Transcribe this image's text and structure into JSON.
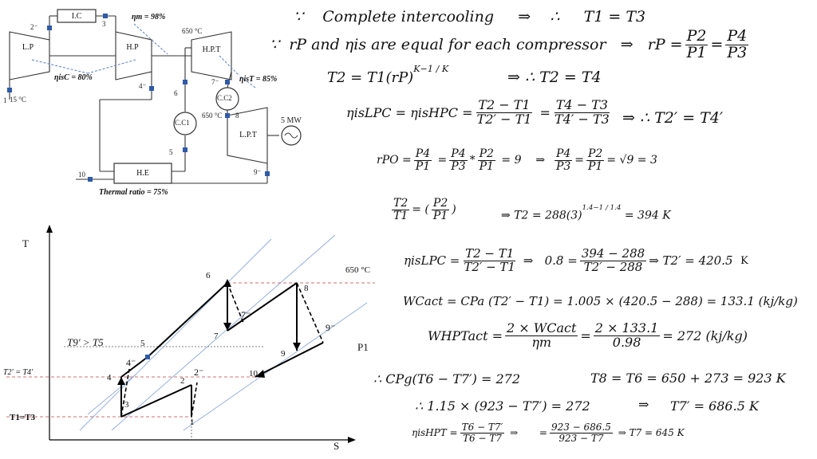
{
  "schematic": {
    "lp": "L.P",
    "hp": "H.P",
    "hpt": "H.P.T",
    "lpt": "L.P.T",
    "ic": "I.C",
    "he": "H.E",
    "cc1": "C.C1",
    "cc2": "C.C2",
    "eta_m": "ηm = 98%",
    "eta_isc": "ηisC = 80%",
    "eta_ist": "ηisT = 85%",
    "thermal_ratio": "Thermal ratio = 75%",
    "mw": "5 MW",
    "t650a": "650 °C",
    "t650b": "650 °C",
    "t15": "15 °C",
    "n1": "1",
    "n2": "2⁻",
    "n3": "3",
    "n4": "4⁻",
    "n5": "5",
    "n6": "6",
    "n7": "7⁻",
    "n8": "8",
    "n9": "9⁻",
    "n10": "10"
  },
  "ts": {
    "y_axis": "T",
    "x_axis": "S",
    "p1": "P1",
    "t650": "650 °C",
    "t9_gt_t5": "T9′ > T5",
    "t2_eq_t4": "T2′ = T4′",
    "t1_eq_t3": "T1=T3",
    "p1lbl": "1",
    "p2lbl": "2",
    "p2m": "2⁻",
    "p3lbl": "3",
    "p4lbl": "4",
    "p4m": "4⁻",
    "p5lbl": "5",
    "p6lbl": "6",
    "p7lbl": "7",
    "p7m": "7⁻",
    "p8lbl": "8",
    "p9lbl": "9",
    "p9m": "9⁻",
    "p10lbl": "10"
  },
  "equations": {
    "l1a": "∵",
    "l1b": "Complete intercooling",
    "l1c": "⇒",
    "l1d": "∴",
    "l1e": "T1 = T3",
    "l2a": "∵",
    "l2b": "rP and ηis are equal for each compressor",
    "l2c": "⇒",
    "l2d": "rP =",
    "l3": "T2 = T1(rP)",
    "l3exp": "K−1 / K",
    "l3b": "⇒ ∴  T2  = T4",
    "l4b": "⇒ ∴  T2′ = T4′",
    "l5c": "⇒",
    "l5d": "= √9 = 3",
    "l6": "⇒ T2 = 288(3)",
    "l6exp": "1.4−1 / 1.4",
    "l6b": "= 394 K",
    "l7b": "0.8 =",
    "l7c": "⇒ T2′ = 420.5",
    "l7d": "K",
    "l8": "WCact = CPa (T2′ − T1) = 1.005 × (420.5 − 288) = 133.1 (kj/kg)",
    "l9a": "WHPTact =",
    "l9b": "= 272  (kj/kg)",
    "l10a": "∴   CPg(T6 − T7′) = 272",
    "l10b": "T8 = T6 = 650 + 273 = 923 K",
    "l11a": "∴    1.15 × (923 − T7′) = 272",
    "l11b": "⇒",
    "l11c": "T7′ = 686.5 K",
    "l12a": "ηisHPT =",
    "l12b": "⇒",
    "l12c": "=",
    "l12d": "⇒  T7 = 645 K",
    "f_p2p1_n": "P2",
    "f_p2p1_d": "P1",
    "f_p4p3_n": "P4",
    "f_p4p3_d": "P3",
    "f_a_n": "T2 − T1",
    "f_a_d": "T2′ − T1",
    "f_b_n": "T4 − T3",
    "f_b_d": "T4′ − T3",
    "f_c_n": "P4",
    "f_c_d": "P1",
    "f_d_n": "P4",
    "f_d_d": "P3",
    "f_e_n": "P2",
    "f_e_d": "P1",
    "f_f_n": "P4",
    "f_f_d": "P3",
    "f_g_n": "P2",
    "f_g_d": "P1",
    "f_h_n": "T2",
    "f_h_d": "T1",
    "f_i_n": "P2",
    "f_i_d": "P1",
    "f_j_n": "T2 − T1",
    "f_j_d": "T2′ − T1",
    "f_k_n": "394 − 288",
    "f_k_d": "T2′ − 288",
    "f_l_n": "2 × WCact",
    "f_l_d": "ηm",
    "f_m_n": "2 × 133.1",
    "f_m_d": "0.98",
    "f_n_n": "T6 − T7′",
    "f_n_d": "T6 − T7",
    "f_o_n": "923 − 686.5",
    "f_o_d": "923 − T7",
    "eta_lpc": "ηisLPC =",
    "eta_hpc": "ηisHPC =",
    "eta_lpc2": "ηisLPC =",
    "rpo": "rPO =",
    "eq9": "= 9"
  }
}
